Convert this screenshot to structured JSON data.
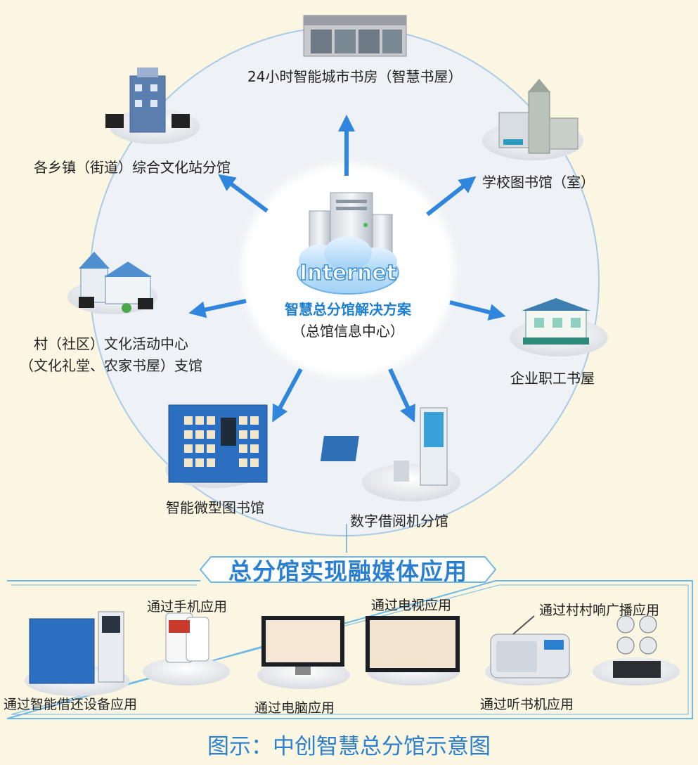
{
  "hub": {
    "cloud_text": "Internet",
    "title": "智慧总分馆解决方案",
    "subtitle": "（总馆信息中心）"
  },
  "nodes": {
    "bookstore_24h": "24小时智能城市书房（智慧书屋）",
    "school_library": "学校图书馆（室）",
    "enterprise_bookhouse": "企业职工书屋",
    "digital_kiosk": "数字借阅机分馆",
    "micro_library": "智能微型图书馆",
    "village_center_line1": "村（社区）文化活动中心",
    "village_center_line2": "（文化礼堂、农家书屋）支馆",
    "township_station": "各乡镇（街道）综合文化站分馆"
  },
  "banner": {
    "title": "总分馆实现融媒体应用",
    "apps": {
      "smart_device": "通过智能借还设备应用",
      "mobile": "通过手机应用",
      "computer": "通过电脑应用",
      "tv": "通过电视应用",
      "audio_player": "通过听书机应用",
      "broadcast": "通过村村响广播应用"
    }
  },
  "caption": "图示：中创智慧总分馆示意图",
  "colors": {
    "background": "#fbf6e2",
    "accent_blue": "#2a7fd0",
    "arrow_blue": "#2f86dc",
    "circle_line": "#a9cbe8"
  }
}
